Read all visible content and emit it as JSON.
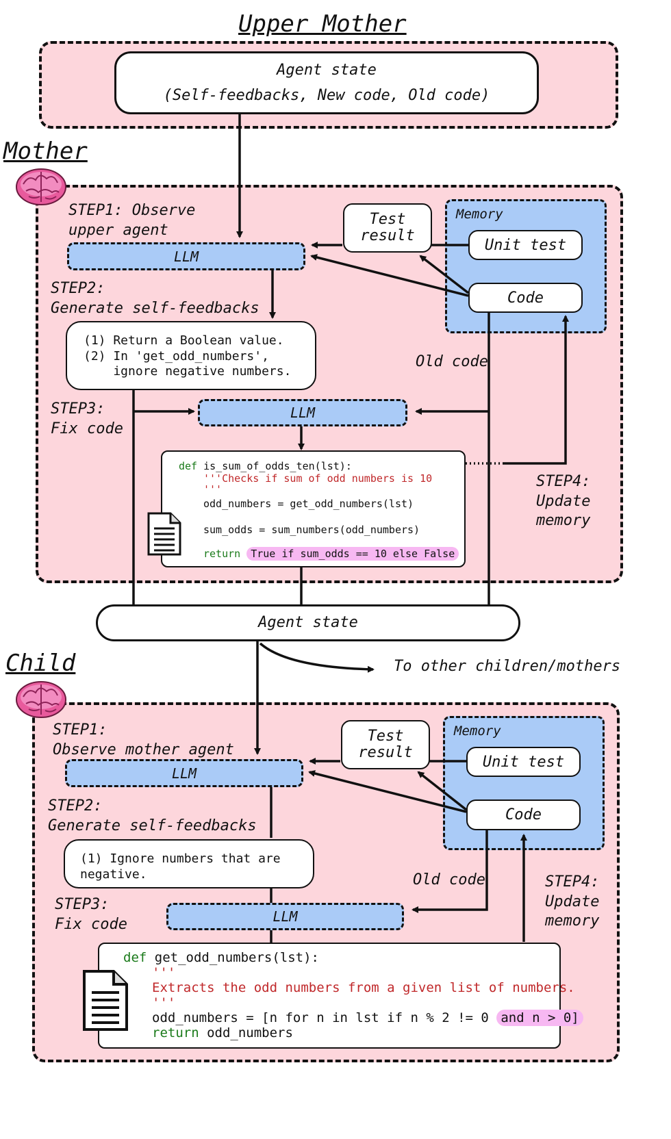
{
  "titles": {
    "upper": "Upper Mother",
    "mother": "Mother",
    "child": "Child"
  },
  "upper_state": {
    "line1": "Agent state",
    "line2": "(Self-feedbacks, New code, Old code)"
  },
  "mother": {
    "step1": "STEP1: Observe\nupper agent",
    "llm1": "LLM",
    "step2": "STEP2:\nGenerate self-feedbacks",
    "feedback": "(1) Return a Boolean value.\n(2) In 'get_odd_numbers',\n    ignore negative numbers.",
    "step3": "STEP3:\nFix code",
    "llm2": "LLM",
    "old_code": "Old code",
    "step4": "STEP4:\nUpdate\nmemory",
    "test_result": "Test\nresult",
    "memory_label": "Memory",
    "unit_test": "Unit test",
    "code_label": "Code",
    "code": {
      "def_kw": "def",
      "signature": " is_sum_of_odds_ten(lst):",
      "doc1": "'''Checks if sum of odd numbers is 10",
      "doc2": "'''",
      "line1": "odd_numbers = get_odd_numbers(lst)",
      "line2": "sum_odds = sum_numbers(odd_numbers)",
      "return_kw": "return",
      "return_hl": "True if sum_odds == 10 else False"
    }
  },
  "agent_state": "Agent state",
  "to_other": "To other children/mothers",
  "child": {
    "step1": "STEP1:\nObserve mother agent",
    "llm1": "LLM",
    "step2": "STEP2:\nGenerate self-feedbacks",
    "feedback": "(1) Ignore numbers that are\nnegative.",
    "step3": "STEP3:\nFix code",
    "llm2": "LLM",
    "old_code": "Old code",
    "step4": "STEP4:\nUpdate\nmemory",
    "test_result": "Test\nresult",
    "memory_label": "Memory",
    "unit_test": "Unit test",
    "code_label": "Code",
    "code": {
      "def_kw": "def",
      "signature": " get_odd_numbers(lst):",
      "doc1": "'''",
      "doc2": "Extracts the odd numbers from a given list of numbers.",
      "doc3": "'''",
      "line1": "odd_numbers = [n for n in lst if n % 2 != 0 ",
      "line1_hl": "and n > 0]",
      "return_kw": "return",
      "return_rest": " odd_numbers"
    }
  },
  "colors": {
    "region": "#fdd6dc",
    "memory": "#aacbf7",
    "llm": "#aacbf7",
    "highlight": "#f7b8f2",
    "keyword": "#1a7a1a",
    "string": "#c0282a"
  },
  "icons": [
    "brain-icon",
    "document-icon"
  ]
}
